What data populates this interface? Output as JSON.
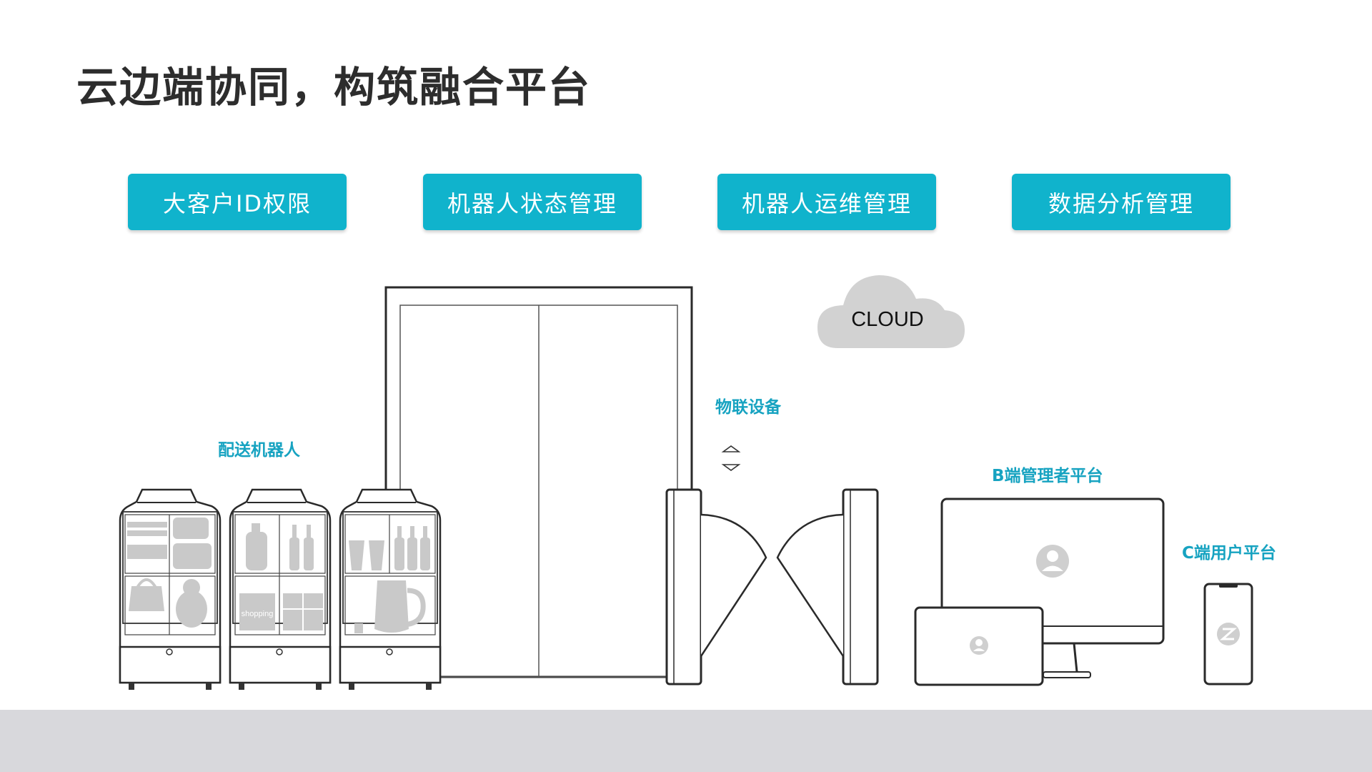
{
  "slide": {
    "title": "云边端协同，构筑融合平台"
  },
  "features": [
    {
      "label": "大客户ID权限"
    },
    {
      "label": "机器人状态管理"
    },
    {
      "label": "机器人运维管理"
    },
    {
      "label": "数据分析管理"
    }
  ],
  "diagram": {
    "cloud_label": "CLOUD",
    "iot_label": "物联设备",
    "robot_label": "配送机器人",
    "b_platform_label": "B端管理者平台",
    "c_platform_label": "C端用户平台",
    "shopping_bag_text": "shopping"
  },
  "colors": {
    "accent": "#10b3cc",
    "label": "#17a3c1",
    "footer": "#d8d8dc"
  }
}
